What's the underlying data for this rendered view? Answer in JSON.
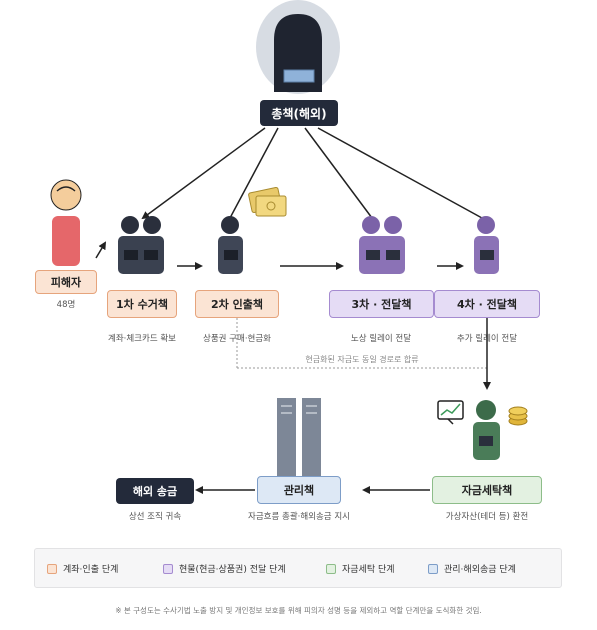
{
  "top_node": {
    "label": "총책(해외)"
  },
  "victim": {
    "label": "피해자",
    "count": "48명"
  },
  "stages": {
    "first": {
      "label": "1차 수거책",
      "caption": "계좌·체크카드 확보"
    },
    "second": {
      "label": "2차 인출책",
      "caption": "상품권 구매·현금화"
    },
    "third": {
      "label": "3차 · 전달책",
      "caption": "노상 릴레이 전달"
    },
    "fourth": {
      "label": "4차 · 전달책",
      "caption": "추가 릴레이 전달"
    },
    "laundering": {
      "label": "자금세탁책",
      "caption": "가상자산(테더 등) 환전"
    },
    "management": {
      "label": "관리책",
      "caption": "자금흐름 총괄·해외송금 지시"
    },
    "overseas": {
      "label": "해외 송금",
      "caption": "상선 조직 귀속"
    }
  },
  "merge_note": "현금화된 자금도 동일 경로로 합류",
  "legend": [
    {
      "label": "계좌·인출 단계",
      "color": "#fbe4d4",
      "border": "#e6a47c"
    },
    {
      "label": "현물(현금·상품권) 전달 단계",
      "color": "#e5dcf5",
      "border": "#a58bd0"
    },
    {
      "label": "자금세탁 단계",
      "color": "#e3f1e1",
      "border": "#8dbd89"
    },
    {
      "label": "관리·해외송금 단계",
      "color": "#dde8f5",
      "border": "#7d9dc8"
    }
  ],
  "footnote": "※ 본 구성도는 수사기법 노출 방지 및 개인정보 보호를 위해 피의자 성명 등을 제외하고 역할 단계만을 도식화한 것임."
}
